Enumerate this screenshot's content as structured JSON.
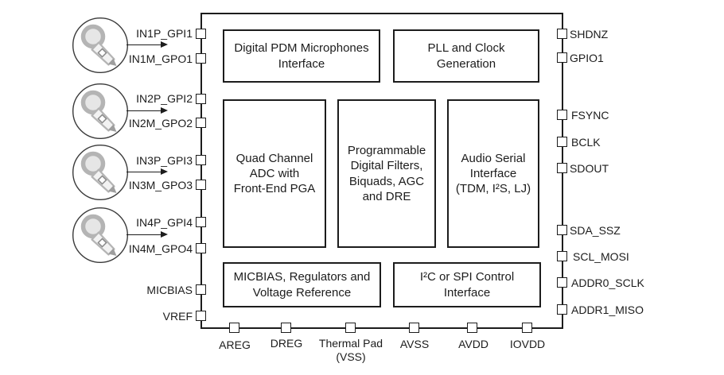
{
  "blocks": {
    "pdm_interface": {
      "lines": [
        "Digital PDM Microphones",
        "Interface"
      ]
    },
    "pll_clock": {
      "lines": [
        "PLL and Clock",
        "Generation"
      ]
    },
    "quad_adc": {
      "lines": [
        "Quad Channel",
        "ADC with",
        "Front-End PGA"
      ]
    },
    "digital_filters": {
      "lines": [
        "Programmable",
        "Digital Filters,",
        "Biquads, AGC",
        "and DRE"
      ]
    },
    "audio_serial": {
      "lines": [
        "Audio Serial",
        "Interface",
        "(TDM, I²S, LJ)"
      ]
    },
    "micbias_regulators": {
      "lines": [
        "MICBIAS, Regulators and",
        "Voltage Reference"
      ]
    },
    "control_interface": {
      "lines": [
        "I²C or SPI Control",
        "Interface"
      ]
    }
  },
  "pins": {
    "left": [
      "IN1P_GPI1",
      "IN1M_GPO1",
      "IN2P_GPI2",
      "IN2M_GPO2",
      "IN3P_GPI3",
      "IN3M_GPO3",
      "IN4P_GPI4",
      "IN4M_GPO4",
      "MICBIAS",
      "VREF"
    ],
    "right": [
      "SHDNZ",
      "GPIO1",
      "FSYNC",
      "BCLK",
      "SDOUT",
      "SDA_SSZ",
      "SCL_MOSI",
      "ADDR0_SCLK",
      "ADDR1_MISO"
    ],
    "bottom": [
      "AREG",
      "DREG",
      [
        "Thermal Pad",
        "(VSS)"
      ],
      "AVSS",
      "AVDD",
      "IOVDD"
    ]
  },
  "icons": {
    "microphone": "analog-microphone-input"
  },
  "colors": {
    "line": "#1c1c1c",
    "mic_gray": "#b4b4b4",
    "background": "#ffffff"
  }
}
